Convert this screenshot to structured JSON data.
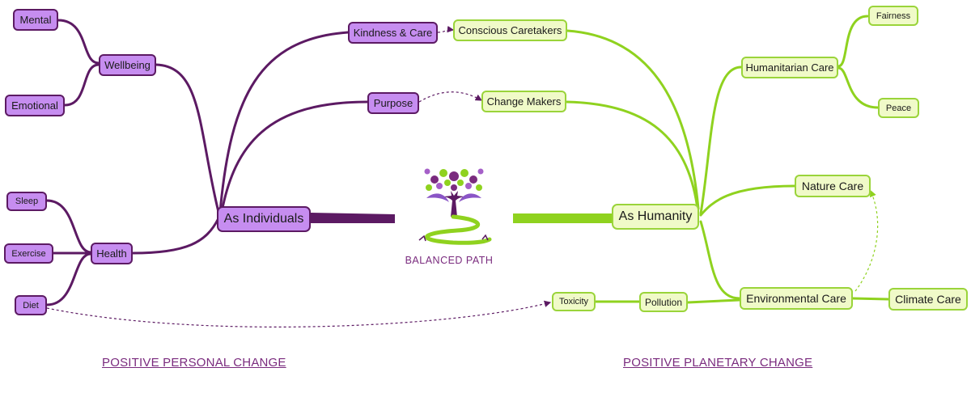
{
  "diagram": {
    "logo_text": "BALANCED PATH",
    "colors": {
      "personal_line": "#5c1a63",
      "personal_fill": "#c68df0",
      "planetary_line": "#8fd21f",
      "planetary_fill": "#f0fac8",
      "caption": "#7a2b7e"
    }
  },
  "personal": {
    "root": "As Individuals",
    "wellbeing": "Wellbeing",
    "mental": "Mental",
    "emotional": "Emotional",
    "health": "Health",
    "sleep": "Sleep",
    "exercise": "Exercise",
    "diet": "Diet",
    "kindness": "Kindness & Care",
    "purpose": "Purpose",
    "caption": "POSITIVE PERSONAL CHANGE"
  },
  "planetary": {
    "root": "As Humanity",
    "conscious": "Conscious Caretakers",
    "change_makers": "Change Makers",
    "humanitarian": "Humanitarian Care",
    "fairness": "Fairness",
    "peace": "Peace",
    "nature": "Nature Care",
    "environmental": "Environmental Care",
    "climate": "Climate Care",
    "pollution": "Pollution",
    "toxicity": "Toxicity",
    "caption": "POSITIVE PLANETARY CHANGE"
  }
}
